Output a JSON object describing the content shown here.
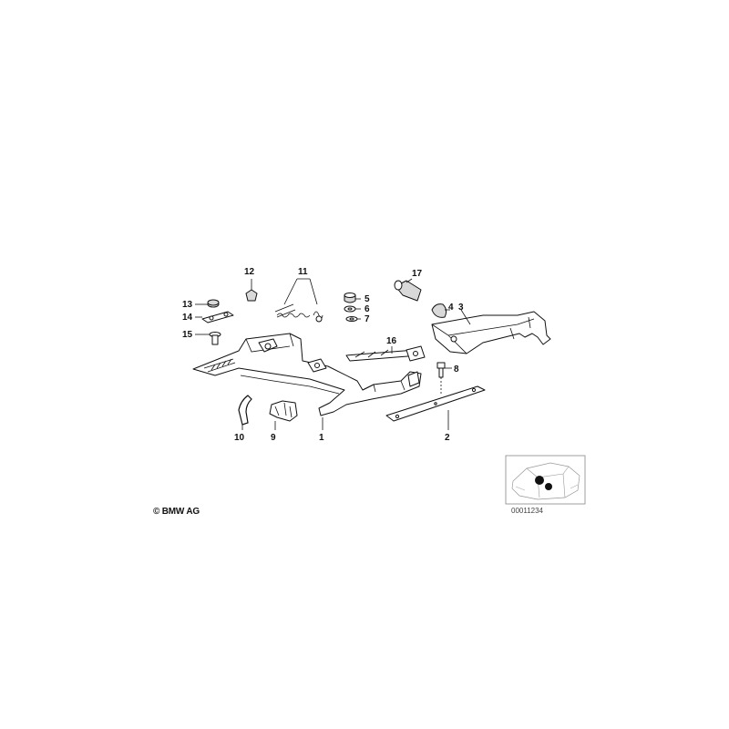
{
  "copyright": "BMW AG",
  "image_number": "00011234",
  "callouts": [
    {
      "id": "c1",
      "text": "1"
    },
    {
      "id": "c2",
      "text": "2"
    },
    {
      "id": "c3",
      "text": "3"
    },
    {
      "id": "c4",
      "text": "4"
    },
    {
      "id": "c5",
      "text": "5"
    },
    {
      "id": "c6",
      "text": "6"
    },
    {
      "id": "c7",
      "text": "7"
    },
    {
      "id": "c8",
      "text": "8"
    },
    {
      "id": "c9",
      "text": "9"
    },
    {
      "id": "c10",
      "text": "10"
    },
    {
      "id": "c11",
      "text": "11"
    },
    {
      "id": "c12",
      "text": "12"
    },
    {
      "id": "c13",
      "text": "13"
    },
    {
      "id": "c14",
      "text": "14"
    },
    {
      "id": "c15",
      "text": "15"
    },
    {
      "id": "c16",
      "text": "16"
    },
    {
      "id": "c17",
      "text": "17"
    }
  ]
}
